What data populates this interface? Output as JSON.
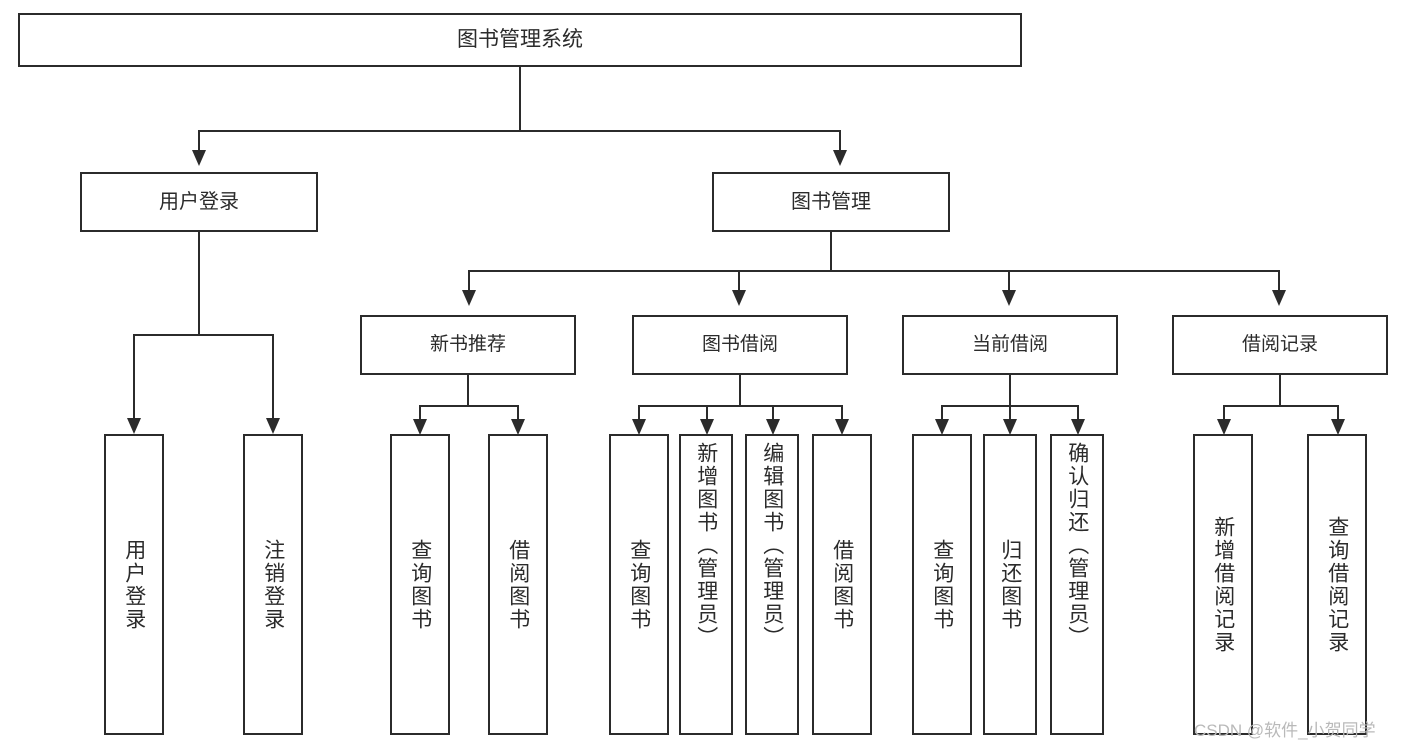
{
  "diagram": {
    "type": "tree-hierarchy-chart",
    "title": "图书管理系统",
    "root": {
      "label": "图书管理系统"
    },
    "level2": [
      {
        "label": "用户登录"
      },
      {
        "label": "图书管理"
      }
    ],
    "level3": [
      {
        "label": "新书推荐"
      },
      {
        "label": "图书借阅"
      },
      {
        "label": "当前借阅"
      },
      {
        "label": "借阅记录"
      }
    ],
    "leaves": [
      {
        "label": "用户登录",
        "parent": "用户登录"
      },
      {
        "label": "注销登录",
        "parent": "用户登录"
      },
      {
        "label": "查询图书",
        "parent": "新书推荐"
      },
      {
        "label": "借阅图书",
        "parent": "新书推荐"
      },
      {
        "label": "查询图书",
        "parent": "图书借阅"
      },
      {
        "label": "新增图书（管理员）",
        "parent": "图书借阅"
      },
      {
        "label": "编辑图书（管理员）",
        "parent": "图书借阅"
      },
      {
        "label": "借阅图书",
        "parent": "图书借阅"
      },
      {
        "label": "查询图书",
        "parent": "当前借阅"
      },
      {
        "label": "归还图书",
        "parent": "当前借阅"
      },
      {
        "label": "确认归还（管理员）",
        "parent": "当前借阅"
      },
      {
        "label": "新增借阅记录",
        "parent": "借阅记录"
      },
      {
        "label": "查询借阅记录",
        "parent": "借阅记录"
      }
    ]
  },
  "watermark": {
    "text": "CSDN @软件_小贺同学"
  },
  "colors": {
    "stroke": "#2b2b2b",
    "fill": "#ffffff",
    "text": "#2b2b2b",
    "watermark": "#b9b9b9"
  }
}
